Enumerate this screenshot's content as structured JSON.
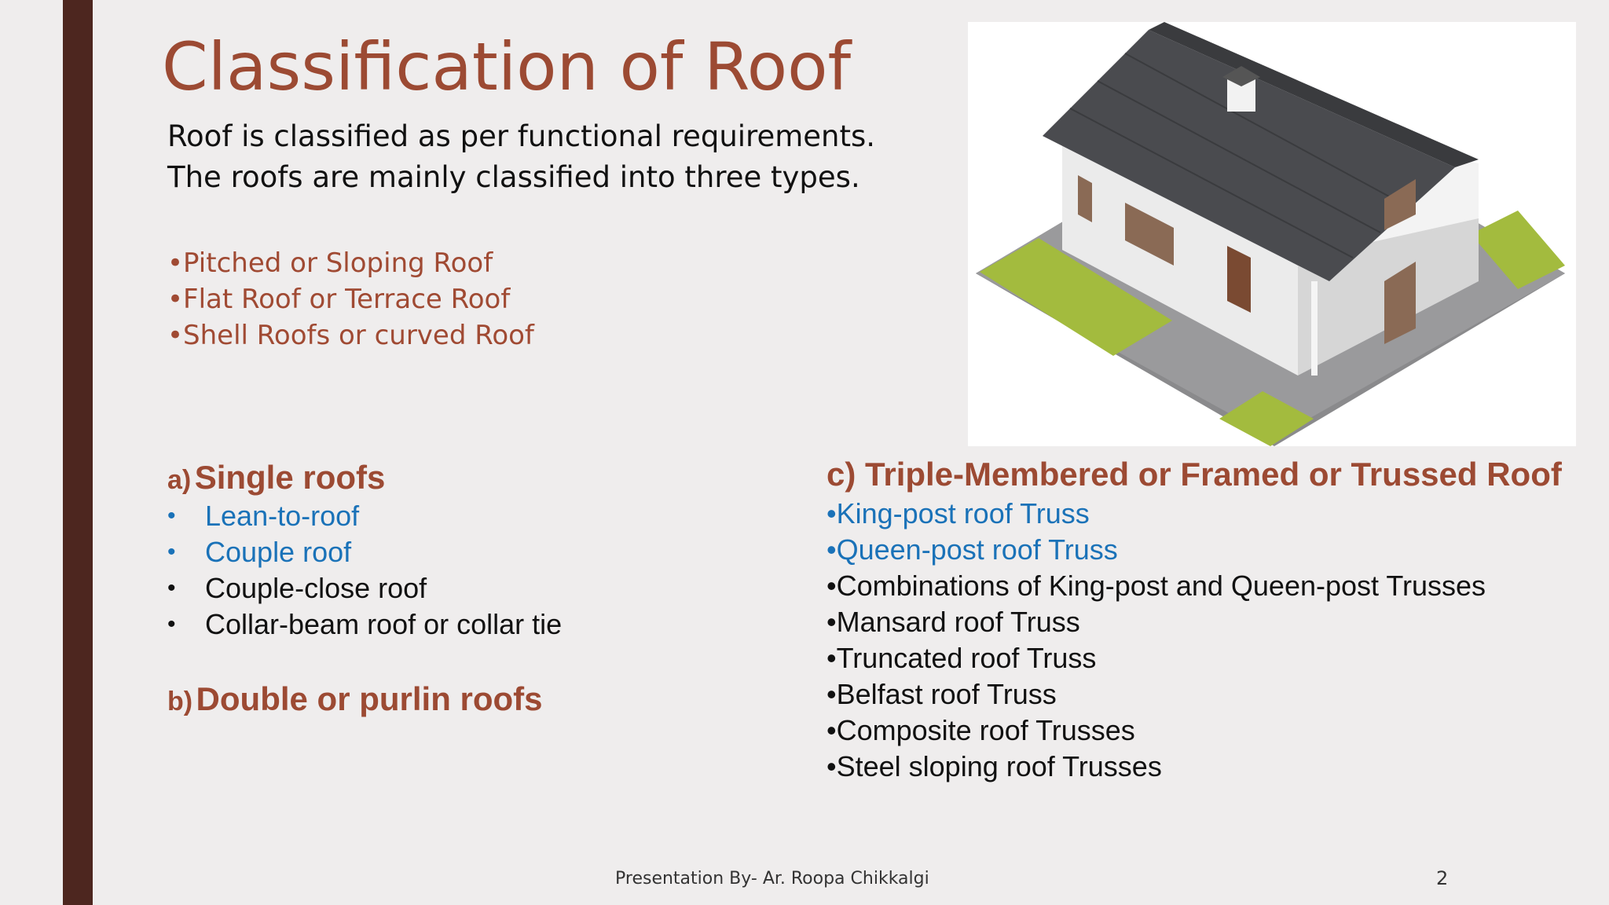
{
  "slide": {
    "title": "Classification of Roof",
    "intro": "Roof is classified as per functional requirements. The roofs are mainly classified into three types.",
    "roof_types": [
      "•Pitched or Sloping Roof",
      "•Flat Roof or Terrace Roof",
      "•Shell Roofs or curved Roof"
    ],
    "section_a": {
      "prefix": "a)",
      "heading": "Single roofs",
      "items": [
        "Lean-to-roof",
        "Couple roof",
        "Couple-close roof",
        "Collar-beam roof or collar tie"
      ]
    },
    "section_b": {
      "prefix": "b)",
      "heading": "Double or purlin roofs"
    },
    "section_c": {
      "heading": "c) Triple-Membered or Framed or Trussed Roof",
      "items": [
        "•King-post roof Truss",
        "•Queen-post roof Truss",
        "•Combinations of King-post and Queen-post Trusses",
        "•Mansard roof Truss",
        "•Truncated roof Truss",
        "•Belfast roof Truss",
        "•Composite roof Trusses",
        "•Steel sloping roof Trusses"
      ]
    },
    "footer": "Presentation By- Ar. Roopa Chikkalgi",
    "page_number": "2"
  },
  "colors": {
    "accent": "#9c4a33",
    "sidebar": "#4d261f",
    "link_blue": "#1a72b8",
    "background": "#efeded"
  }
}
